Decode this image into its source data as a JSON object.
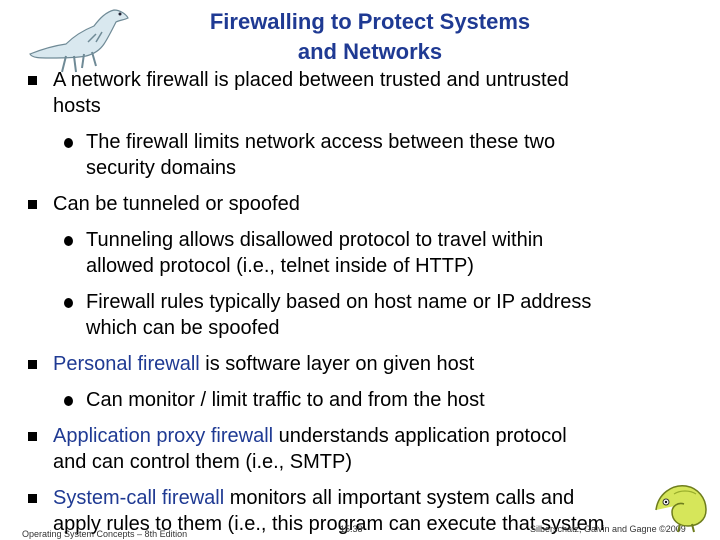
{
  "slide": {
    "title_line1": "Firewalling to Protect Systems",
    "title_line2": "and Networks",
    "b1_line1": "A network firewall is placed between trusted and untrusted",
    "b1_line2": "hosts",
    "b1_sub1_line1": "The firewall limits network access between these two",
    "b1_sub1_line2": "security domains",
    "b2_line1": "Can be tunneled or spoofed",
    "b2_sub1_line1": "Tunneling allows disallowed protocol to travel within",
    "b2_sub1_line2": "allowed protocol (i.e., telnet inside of HTTP)",
    "b2_sub2_line1": "Firewall rules typically based on host name or IP address",
    "b2_sub2_line2": "which can be spoofed",
    "b3_term": "Personal firewall",
    "b3_rest": " is software layer on given host",
    "b3_sub1_line1": "Can monitor / limit traffic to and from the host",
    "b4_term": "Application proxy firewall",
    "b4_rest": " understands application protocol",
    "b4_line2": "and can control them (i.e., SMTP)",
    "b5_term": "System-call firewall",
    "b5_rest": " monitors all important system calls and",
    "b5_line2": "apply rules to them (i.e., this program can execute that system"
  },
  "footer": {
    "left": "Operating System Concepts – 8th Edition",
    "center": "15.38",
    "right": "Silberschatz, Galvin and Gagne ©2009"
  },
  "icons": {
    "top_left": "dinosaur-icon",
    "bottom_right": "chameleon-icon",
    "bullet": "square-bullet-icon",
    "sub_bullet": "round-bullet-icon"
  },
  "colors": {
    "title": "#1f3a93",
    "highlight": "#1f3a93",
    "text": "#000000"
  }
}
